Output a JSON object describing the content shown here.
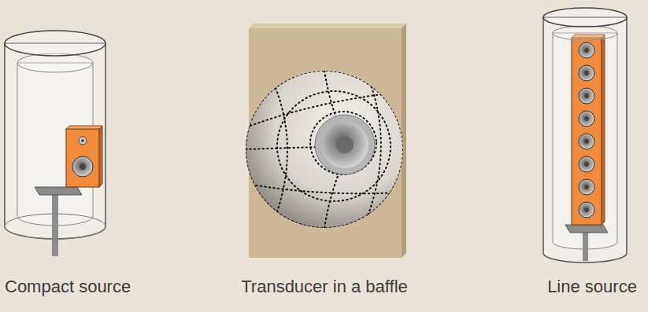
{
  "diagram": {
    "labels": [
      "Compact source",
      "Transducer in a baffle",
      "Line source"
    ]
  }
}
